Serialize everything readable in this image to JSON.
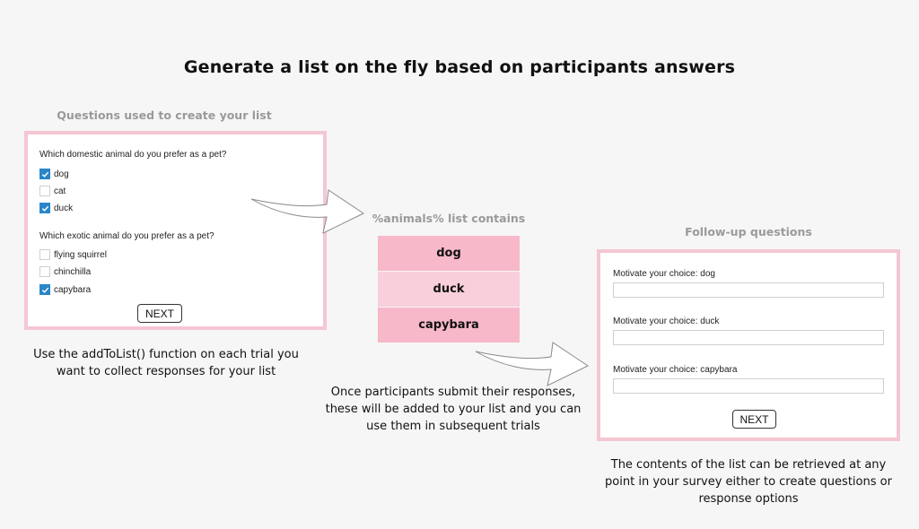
{
  "title": "Generate a list on the fly based on participants answers",
  "left_panel": {
    "section_title": "Questions used to create your list",
    "questions": [
      {
        "label": "Which domestic animal do you prefer as a pet?",
        "options": [
          {
            "label": "dog",
            "checked": true
          },
          {
            "label": "cat",
            "checked": false
          },
          {
            "label": "duck",
            "checked": true
          }
        ]
      },
      {
        "label": "Which exotic animal do you prefer as a pet?",
        "options": [
          {
            "label": "flying squirrel",
            "checked": false
          },
          {
            "label": "chinchilla",
            "checked": false
          },
          {
            "label": "capybara",
            "checked": true
          }
        ]
      }
    ],
    "next_label": "NEXT",
    "caption_line1": "Use the addToList() function on each trial you",
    "caption_line2": "want to collect responses for your list"
  },
  "middle_panel": {
    "section_title": "%animals% list contains",
    "items": [
      "dog",
      "duck",
      "capybara"
    ],
    "caption_line1": "Once participants submit their responses,",
    "caption_line2": "these will be added to your list and you can",
    "caption_line3": "use them in subsequent trials"
  },
  "right_panel": {
    "section_title": "Follow-up questions",
    "questions": [
      {
        "label": "Motivate your choice: dog",
        "value": ""
      },
      {
        "label": "Motivate your choice: duck",
        "value": ""
      },
      {
        "label": "Motivate your choice: capybara",
        "value": ""
      }
    ],
    "next_label": "NEXT",
    "caption_line1": "The contents of the list can be retrieved at any",
    "caption_line2": "point in your survey either to create questions or",
    "caption_line3": "response options"
  },
  "colors": {
    "panel_border": "#f4c7d3",
    "list_item_1": "#f7b8c9",
    "list_item_2": "#f8cfdb",
    "list_item_3": "#f7b8c9",
    "checkbox_checked": "#2a86c9",
    "section_title": "#9a9a9a"
  },
  "icons": {
    "checkbox_checked": "check-icon",
    "arrow": "arrow-right-icon"
  }
}
